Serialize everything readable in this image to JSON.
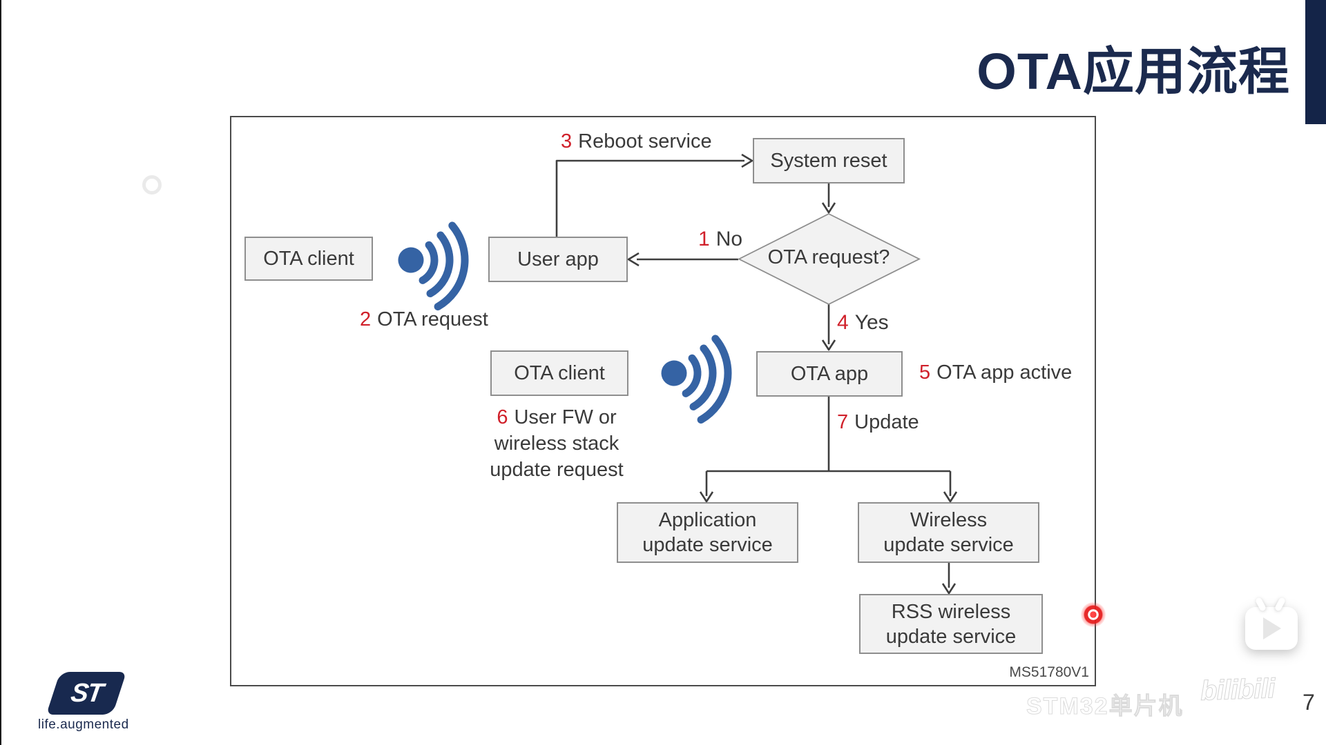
{
  "title": "OTA应用流程",
  "slide": {
    "page_number": "7",
    "figure_id": "MS51780V1"
  },
  "logo": {
    "text": "ST",
    "tagline": "life.augmented"
  },
  "watermarks": {
    "channel": "STM32单片机",
    "platform": "bilibili"
  },
  "colors": {
    "title_navy": "#1b2a4e",
    "step_red": "#d0202a",
    "wifi_blue": "#3563a4",
    "node_fill": "#f2f2f2",
    "node_border": "#8e8e8e",
    "line": "#3e3e3e"
  },
  "nodes": {
    "system_reset": {
      "label": "System reset"
    },
    "ota_request_decision": {
      "label": "OTA request?"
    },
    "user_app": {
      "label": "User app"
    },
    "ota_client_1": {
      "label": "OTA client"
    },
    "ota_client_2": {
      "label": "OTA client"
    },
    "ota_app": {
      "label": "OTA app"
    },
    "app_update": {
      "line1": "Application",
      "line2": "update service"
    },
    "wireless_update": {
      "line1": "Wireless",
      "line2": "update service"
    },
    "rss_update": {
      "line1": "RSS wireless",
      "line2": "update service"
    }
  },
  "labels": {
    "step3": {
      "num": "3",
      "text": "Reboot service"
    },
    "step1": {
      "num": "1",
      "text": "No"
    },
    "step2": {
      "num": "2",
      "text": "OTA request"
    },
    "step4": {
      "num": "4",
      "text": "Yes"
    },
    "step5": {
      "num": "5",
      "text": "OTA app active"
    },
    "step6": {
      "num": "6",
      "text": "User FW or",
      "line2": "wireless stack",
      "line3": "update request"
    },
    "step7": {
      "num": "7",
      "text": "Update"
    }
  }
}
